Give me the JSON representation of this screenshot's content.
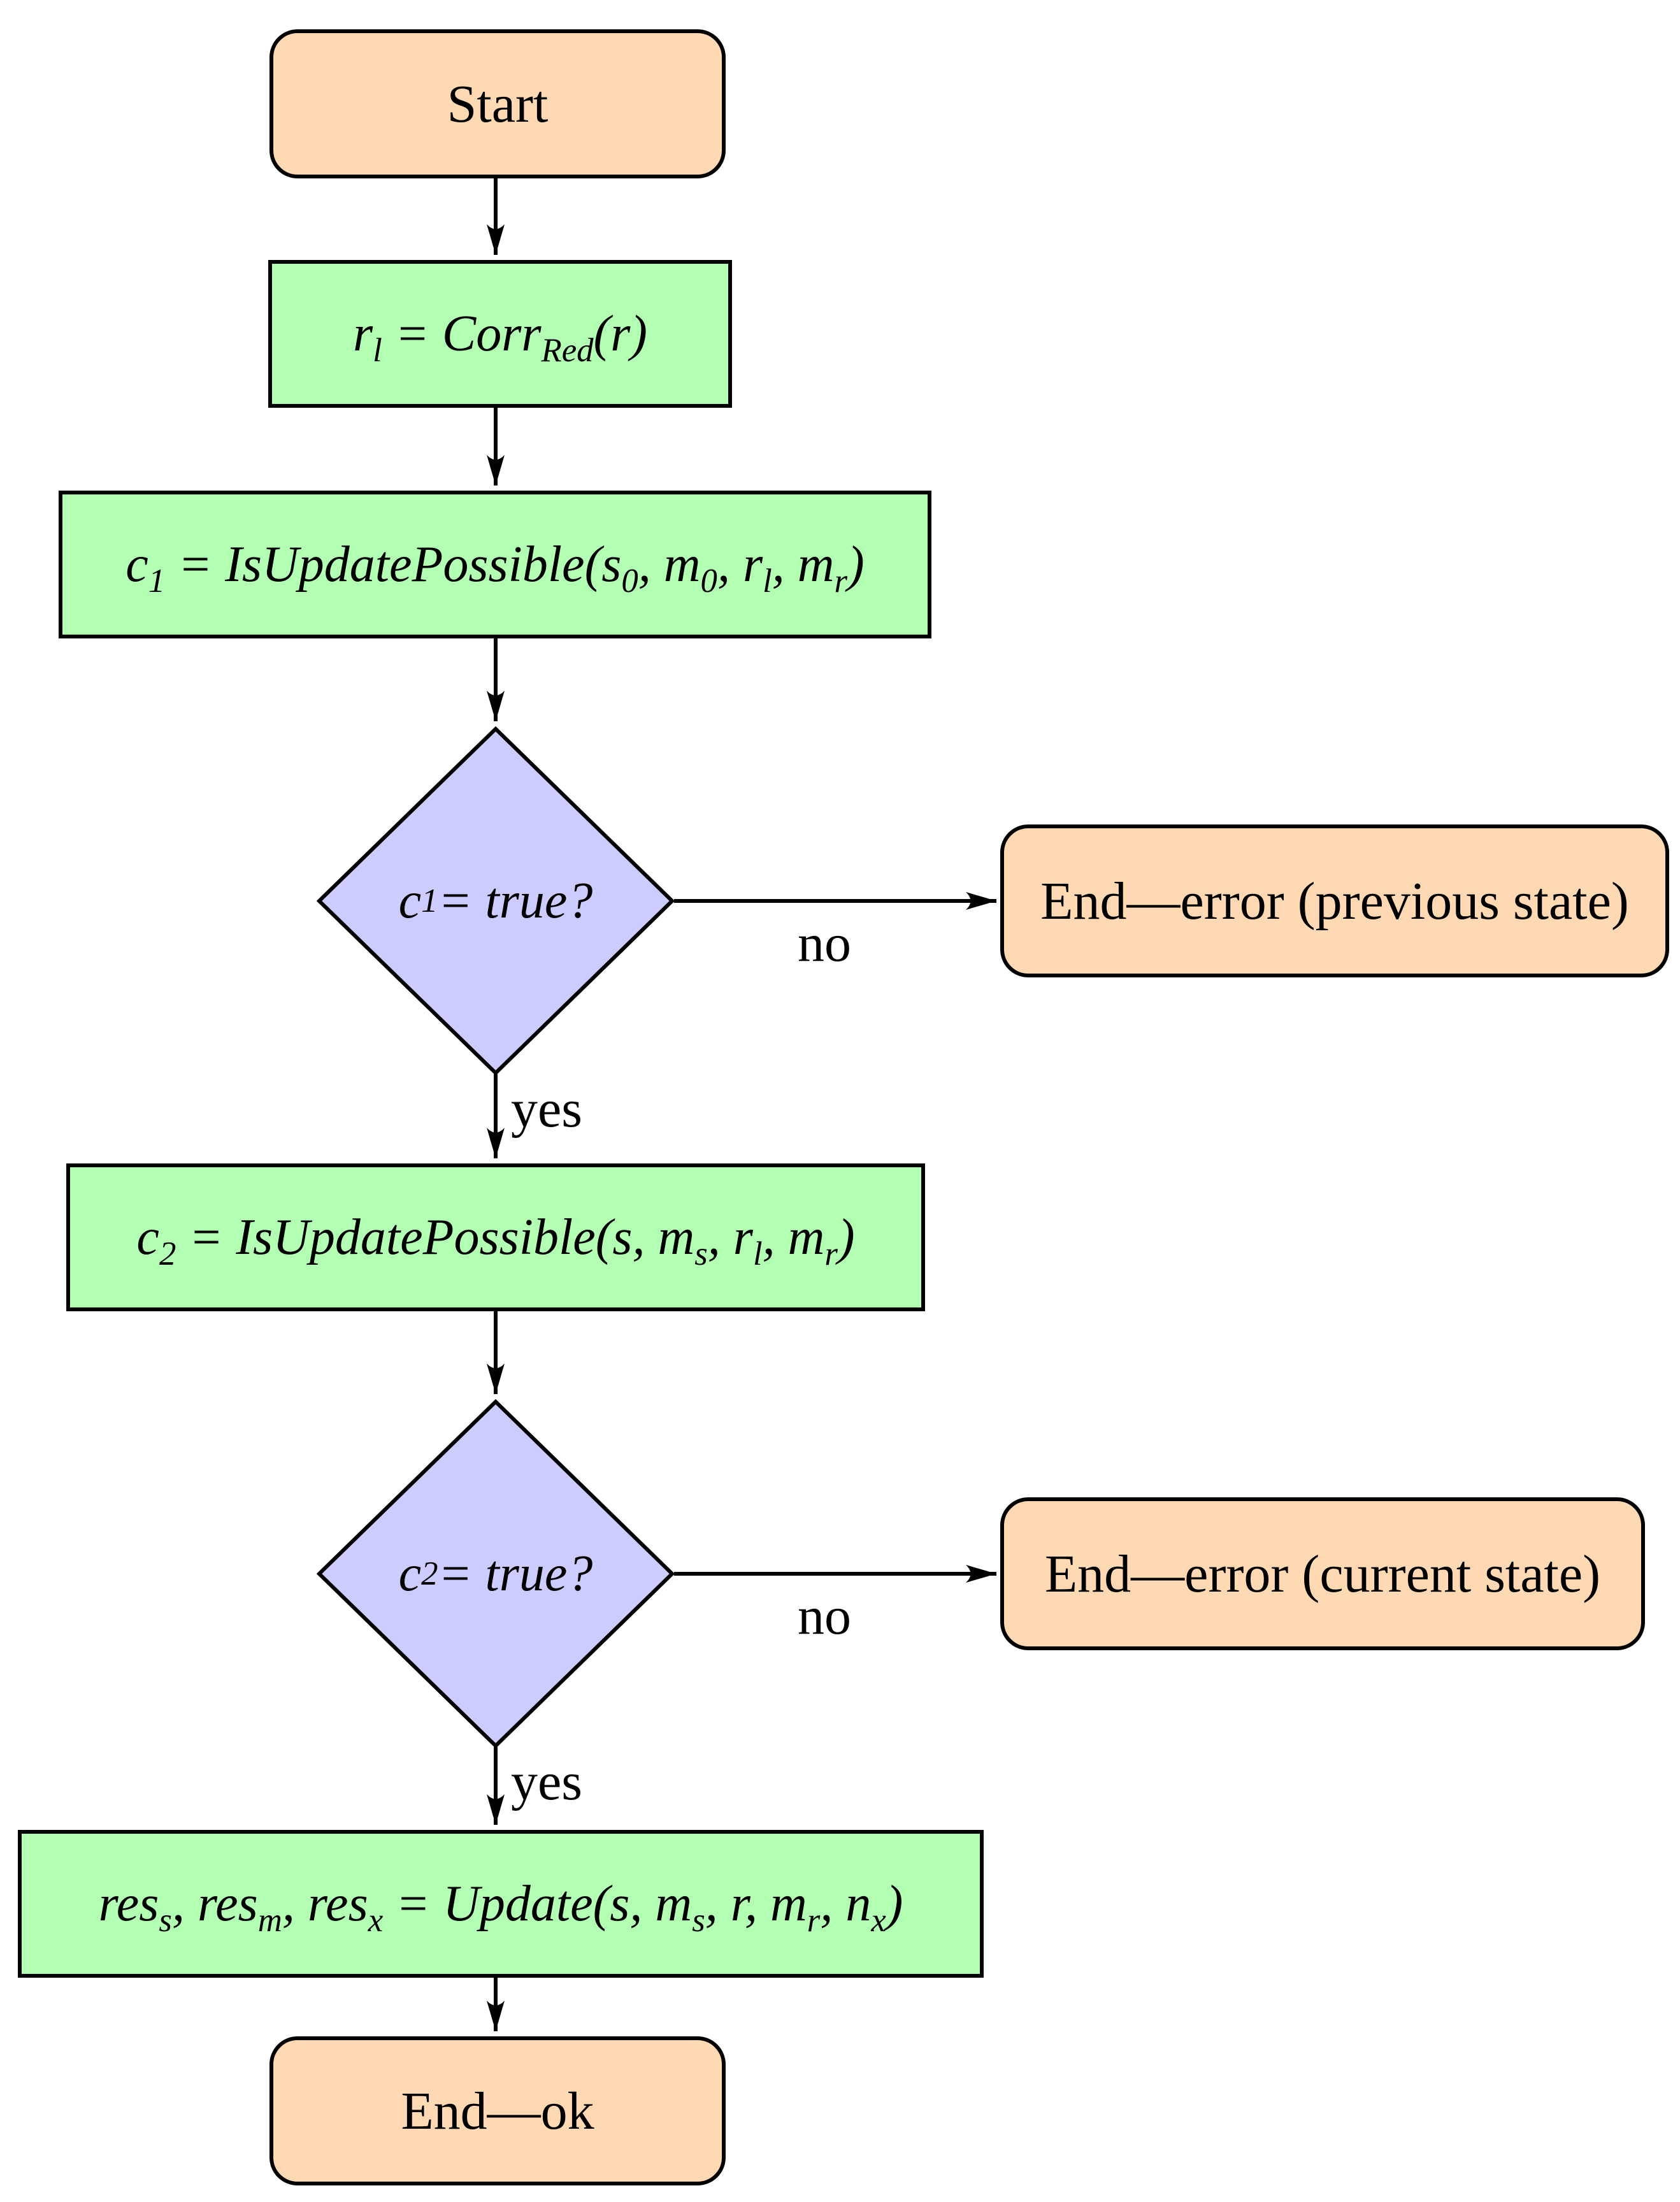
{
  "colors": {
    "terminal_fill": "#FFD9B3",
    "process_fill": "#B3FFB3",
    "decision_fill": "#CCCCFF",
    "line": "#000000"
  },
  "nodes": {
    "start": {
      "label": "Start"
    },
    "corr": {
      "label": "r_l = Corr_Red(r)"
    },
    "check1": {
      "label": "c_1 = IsUpdatePossible(s_0, m_0, r_l, m_r)"
    },
    "decision1": {
      "label": "c_1 = true?"
    },
    "error_previous": {
      "label": "End—error (previous state)"
    },
    "check2": {
      "label": "c_2 = IsUpdatePossible(s, m_s, r_l, m_r)"
    },
    "decision2": {
      "label": "c_2 = true?"
    },
    "update": {
      "label": "res_s, res_m, res_x = Update(s, m_s, r, m_r, n_x)"
    },
    "error_current": {
      "label": "End—error (current state)"
    },
    "end_ok": {
      "label": "End—ok"
    }
  },
  "edges": {
    "yes1": "yes",
    "no1": "no",
    "yes2": "yes",
    "no2": "no"
  }
}
